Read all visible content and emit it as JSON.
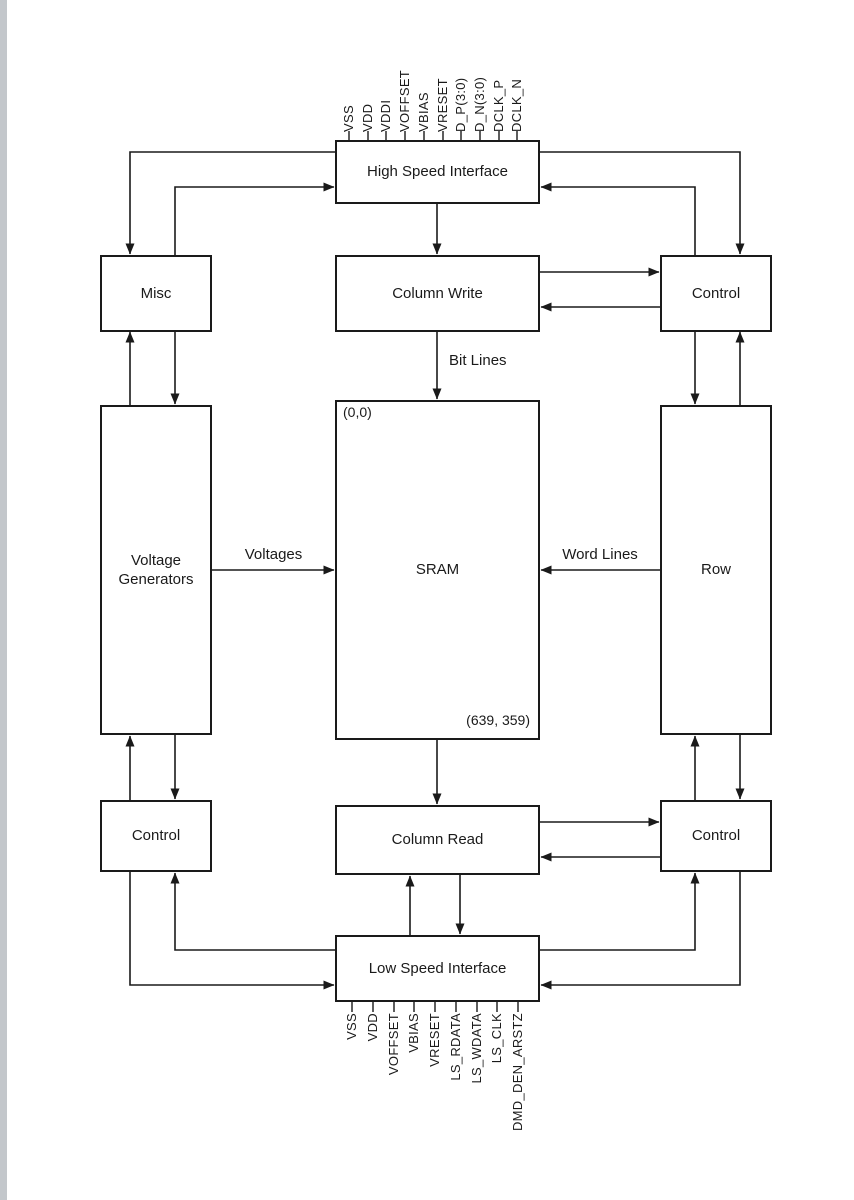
{
  "diagram": {
    "blocks": {
      "high_speed_interface": "High Speed Interface",
      "misc": "Misc",
      "column_write": "Column Write",
      "control_top_right": "Control",
      "voltage_generators": "Voltage Generators",
      "sram": "SRAM",
      "row": "Row",
      "control_bottom_left": "Control",
      "column_read": "Column Read",
      "control_bottom_right": "Control",
      "low_speed_interface": "Low Speed Interface"
    },
    "sram_annotations": {
      "origin": "(0,0)",
      "extent": "(639, 359)"
    },
    "edge_labels": {
      "bit_lines": "Bit Lines",
      "voltages": "Voltages",
      "word_lines": "Word Lines"
    },
    "pins": {
      "top": [
        "VSS",
        "VDD",
        "VDDI",
        "VOFFSET",
        "VBIAS",
        "VRESET",
        "D_P(3:0)",
        "D_N(3:0)",
        "DCLK_P",
        "DCLK_N"
      ],
      "bottom": [
        "VSS",
        "VDD",
        "VOFFSET",
        "VBIAS",
        "VRESET",
        "LS_RDATA",
        "LS_WDATA",
        "LS_CLK",
        "DMD_DEN_ARSTZ"
      ]
    },
    "colors": {
      "line": "#1a1a1a",
      "background": "#ffffff"
    }
  }
}
